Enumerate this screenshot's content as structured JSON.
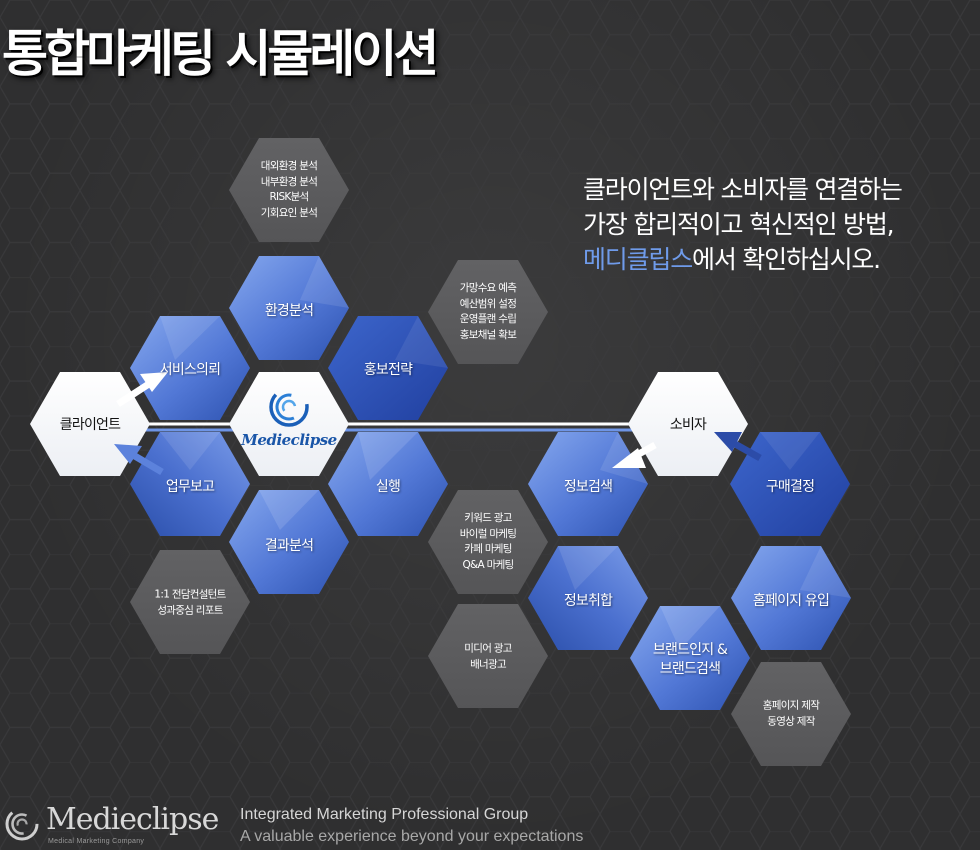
{
  "title": "통합마케팅 시뮬레이션",
  "tagline": {
    "line1": "클라이언트와 소비자를 연결하는",
    "line2": "가장 합리적이고 혁신적인 방법,",
    "line3_accent": "메디클립스",
    "line3_rest": "에서 확인하십시오."
  },
  "colors": {
    "background": "#2f2f30",
    "hex_blue_light": "#6f92e4",
    "hex_blue_dark": "#2f56b4",
    "hex_gray": "#5b5b5d",
    "hex_white": "#ffffff",
    "accent": "#6f9bea"
  },
  "hexes": {
    "client": "클라이언트",
    "consumer": "소비자",
    "center_logo": "Medieclipse",
    "environment": "환경분석",
    "service_request": "서비스의뢰",
    "promotion_strategy": "홍보전략",
    "business_report": "업무보고",
    "execution": "실행",
    "result_analysis": "결과분석",
    "info_search": "정보검색",
    "purchase_decision": "구매결정",
    "info_collect": "정보취합",
    "homepage_visit": "홈페이지 유입",
    "brand_1": "브랜드인지 &",
    "brand_2": "브랜드검색"
  },
  "notes": {
    "environment": [
      "대외환경 분석",
      "내부환경 분석",
      "RISK분석",
      "기회요인 분석"
    ],
    "promotion": [
      "가망수요 예측",
      "예산범위 설정",
      "운영플랜 수립",
      "홍보채널 확보"
    ],
    "report": [
      "1:1 전담컨설턴트",
      "성과중심 리포트"
    ],
    "online": [
      "키워드 광고",
      "바이럴 마케팅",
      "카페 마케팅",
      "Q&A 마케팅"
    ],
    "media": [
      "미디어 광고",
      "배너광고"
    ],
    "homepage": [
      "홈페이지 제작",
      "동영상 제작"
    ]
  },
  "footer": {
    "brand": "Medieclipse",
    "brand_sub": "Medical Marketing Company",
    "group": "Integrated Marketing Professional Group",
    "slogan": "A valuable experience beyond your expectations"
  }
}
